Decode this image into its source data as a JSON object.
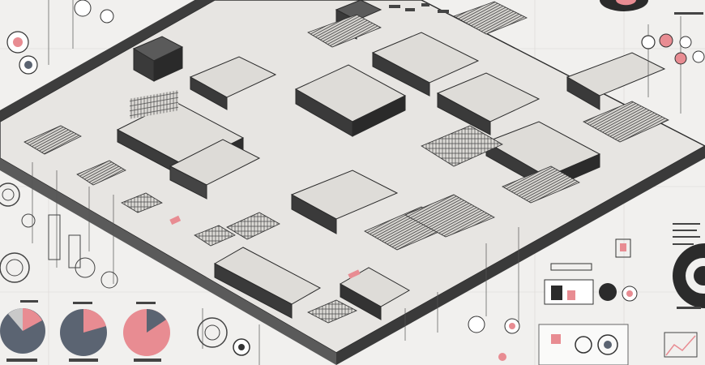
{
  "scene": {
    "style": "isometric technical drawing",
    "palette": {
      "paper": "#f1f0ee",
      "ink": "#2b2b2b",
      "wall": "#3a3a3a",
      "floor": "#e6e4e1",
      "accent_pink": "#e88c92",
      "accent_slate": "#5b6472",
      "pale_grey": "#c9c9c9"
    },
    "decorations": [
      "pie-chart",
      "donut-chart",
      "gauge-circle",
      "bar-list",
      "callout-line"
    ]
  }
}
